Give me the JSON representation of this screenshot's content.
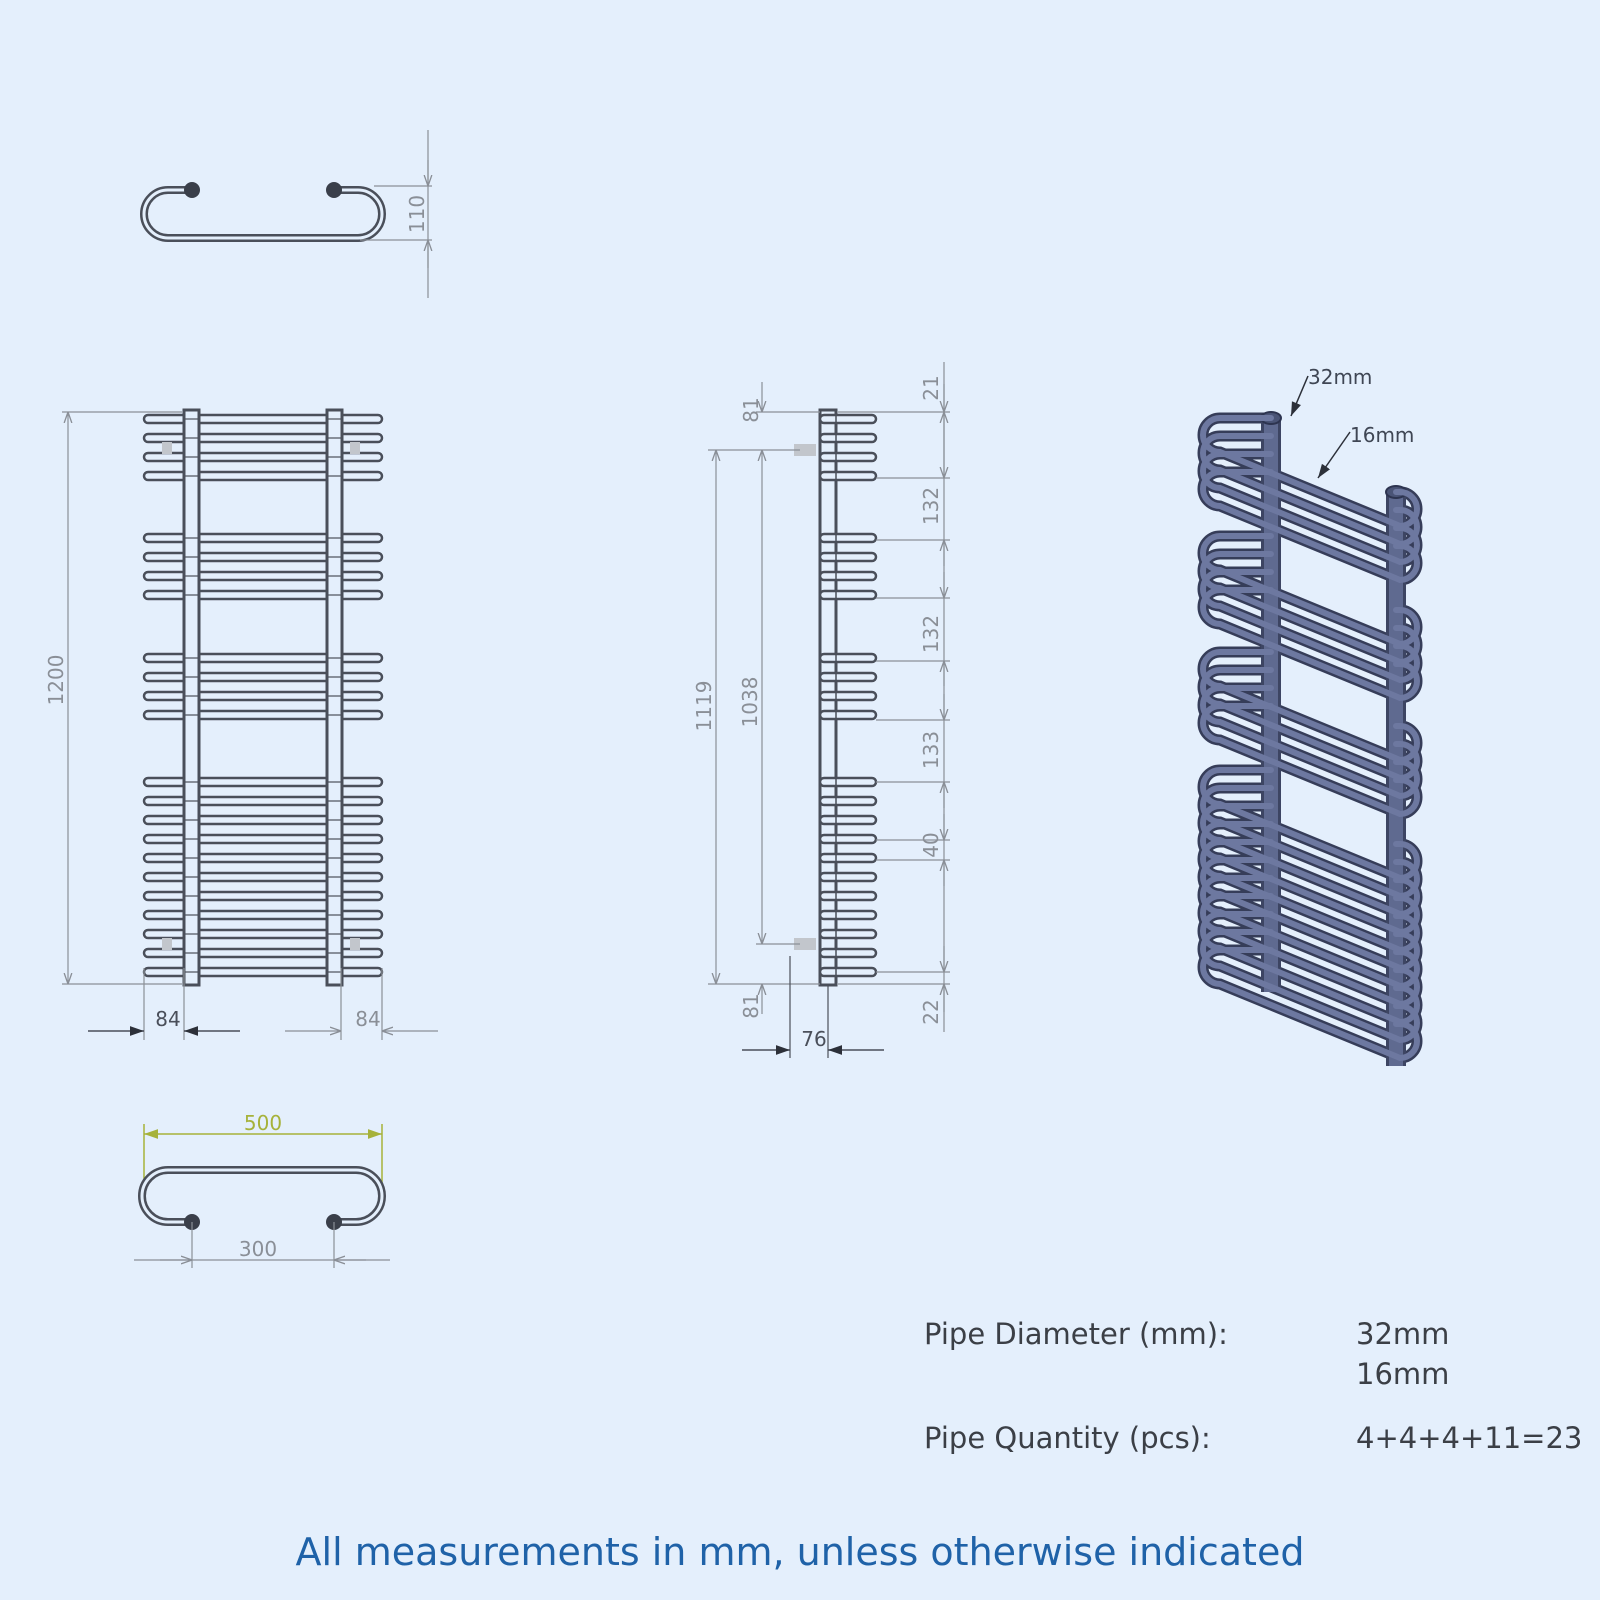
{
  "dimensions": {
    "top_view_depth": "110",
    "overall_height": "1200",
    "valve_offset_left": "84",
    "valve_offset_right": "84",
    "overall_width": "500",
    "pipe_centres": "300",
    "side_top_offset": "81",
    "side_bottom_offset": "81",
    "inner_height_1119": "1119",
    "inner_height_1038": "1038",
    "wall_depth": "76",
    "top_gap": "21",
    "gap_1": "132",
    "gap_2": "132",
    "gap_3": "133",
    "rail_pitch": "40",
    "bottom_gap": "22"
  },
  "callouts": {
    "vertical_pipe": "32mm",
    "horizontal_rail": "16mm"
  },
  "specs": {
    "diameter_label": "Pipe Diameter (mm):",
    "diameter_values": [
      "32mm",
      "16mm"
    ],
    "quantity_label": "Pipe Quantity (pcs):",
    "quantity_value": "4+4+4+11=23"
  },
  "footer": "All measurements in mm, unless otherwise indicated",
  "colors": {
    "background": "#e4effc",
    "line": "#4a4f5a",
    "dimension": "#8a8f97",
    "highlight_dimension": "#a6b23a",
    "render_tube": "#5f6a90",
    "footer_text": "#1f62a8"
  }
}
